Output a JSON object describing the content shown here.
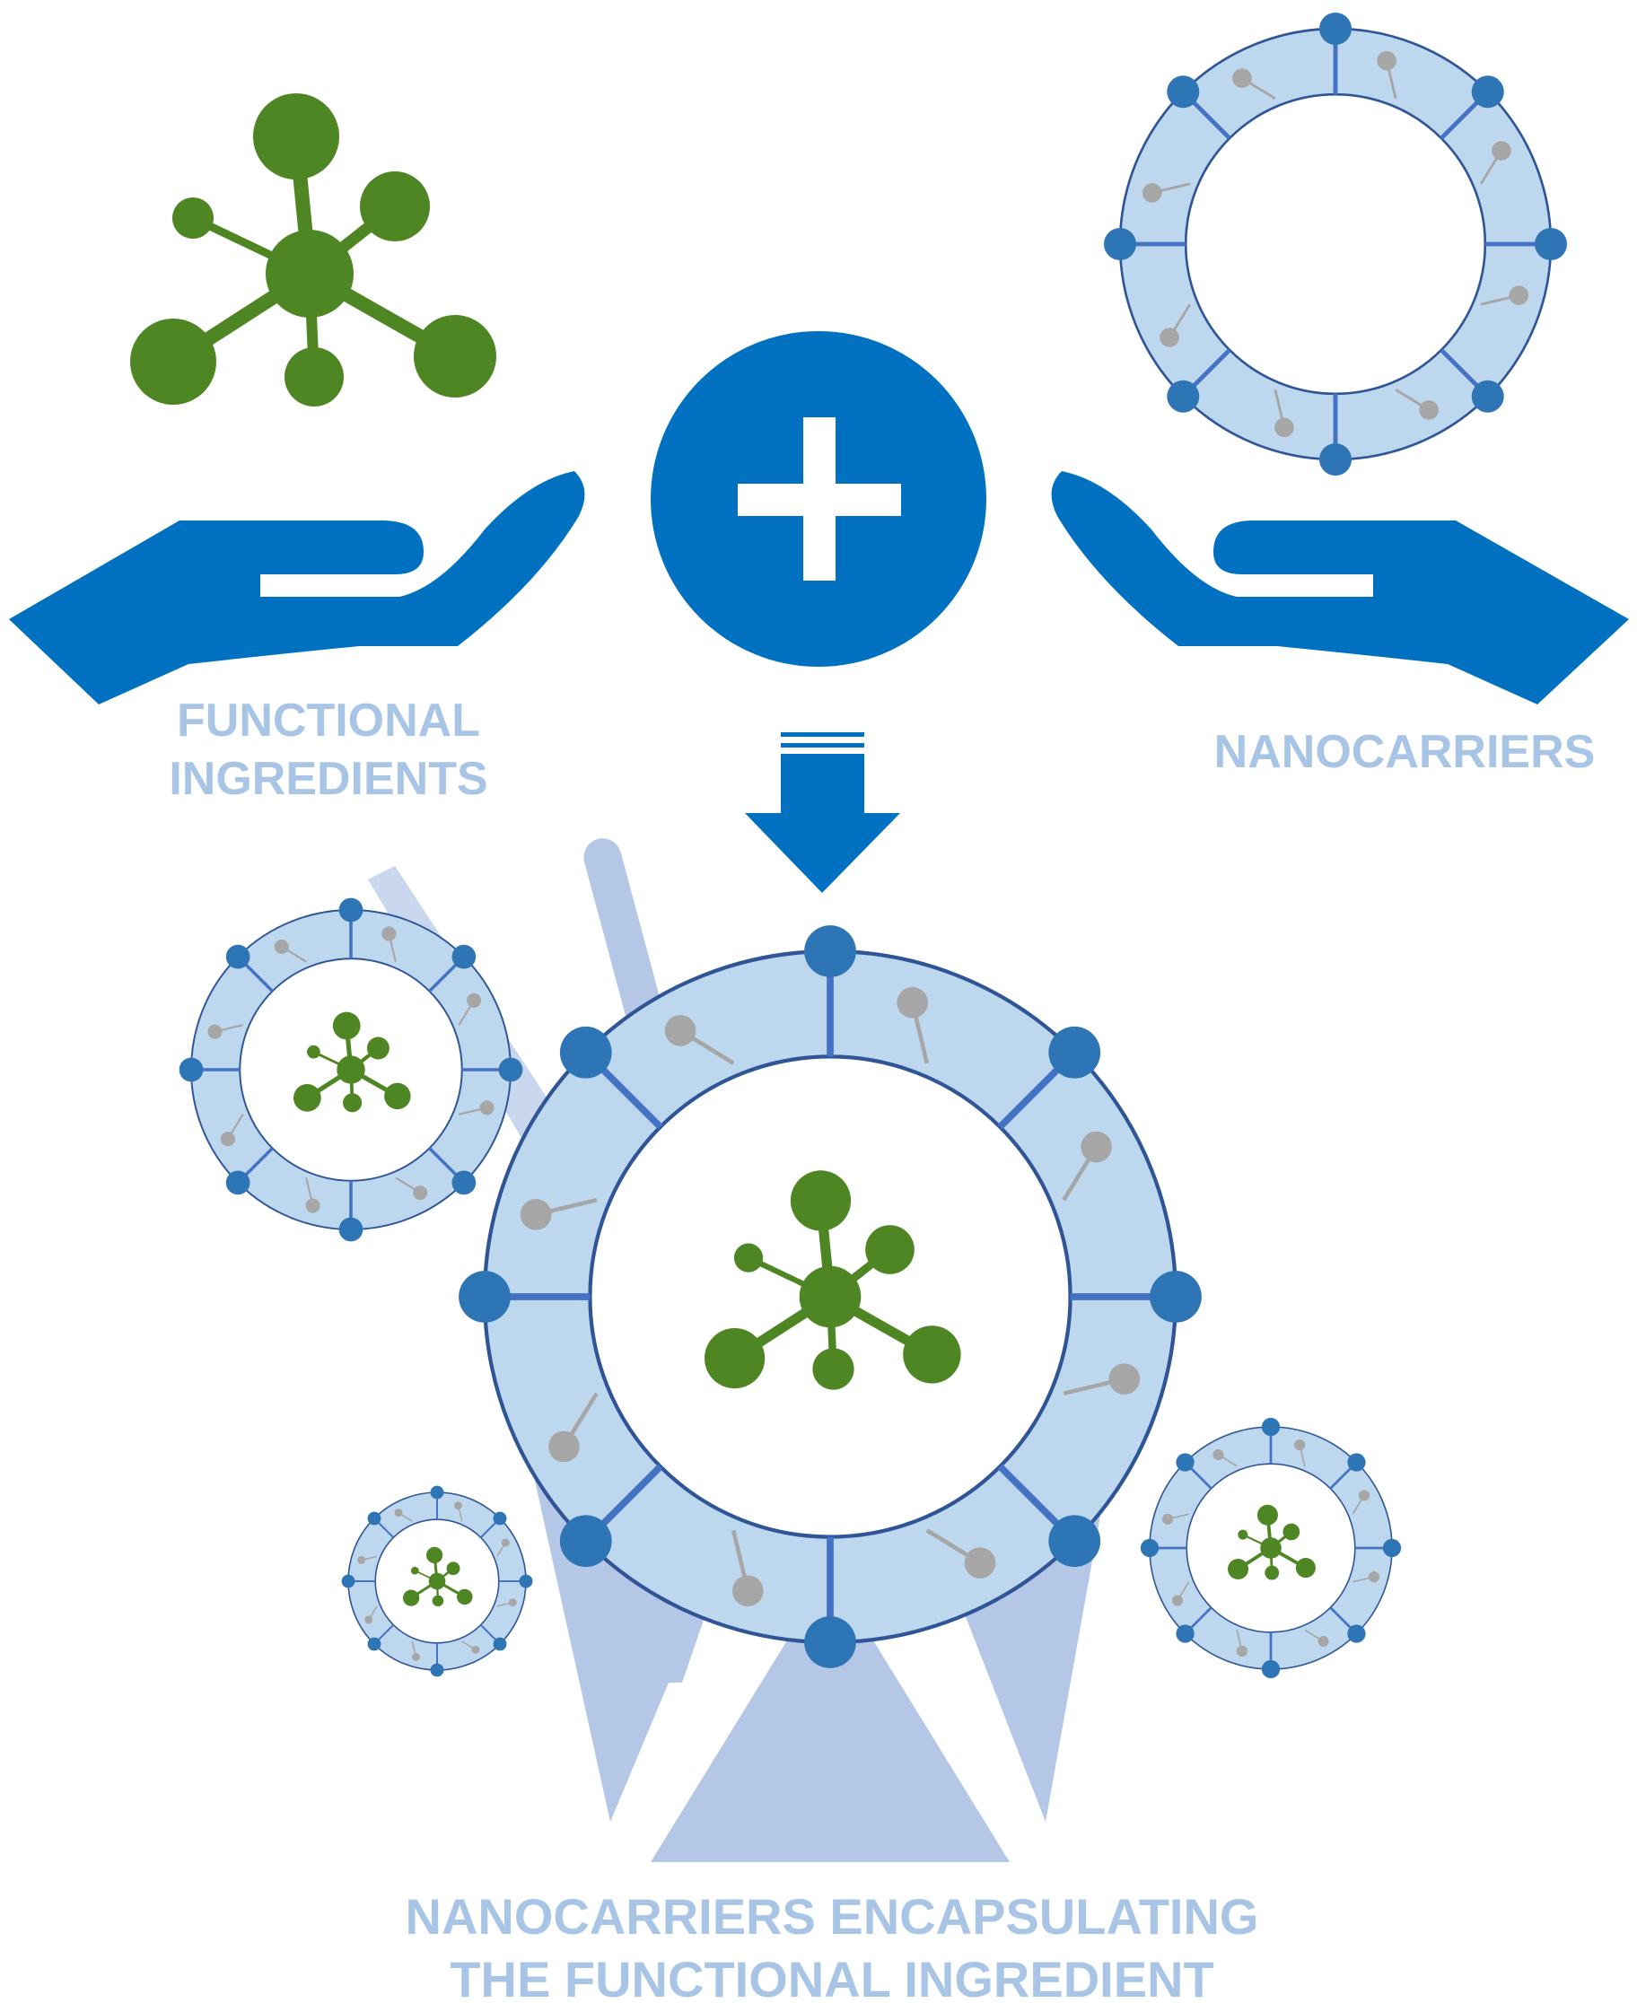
{
  "labels": {
    "functional_ingredients": [
      "FUNCTIONAL",
      "INGREDIENTS"
    ],
    "nanocarriers": "NANOCARRIERS",
    "result": [
      "NANOCARRIERS ENCAPSULATING",
      "THE FUNCTIONAL INGREDIENT"
    ]
  },
  "icons": {
    "molecule": "molecule-icon",
    "nanocarrier": "nanocarrier-icon",
    "plus": "plus-icon",
    "arrow": "arrow-down-icon",
    "hand": "hand-icon",
    "cup": "drink-cup-icon"
  },
  "colors": {
    "green": "#4e8623",
    "blue": "#0070c0",
    "ring_fill": "#bdd7ee",
    "ring_stroke": "#2f5597",
    "node_blue": "#2e75b6",
    "gray": "#a6a6a6",
    "label": "#a9c5e6",
    "cup": "#b4c7e7"
  }
}
